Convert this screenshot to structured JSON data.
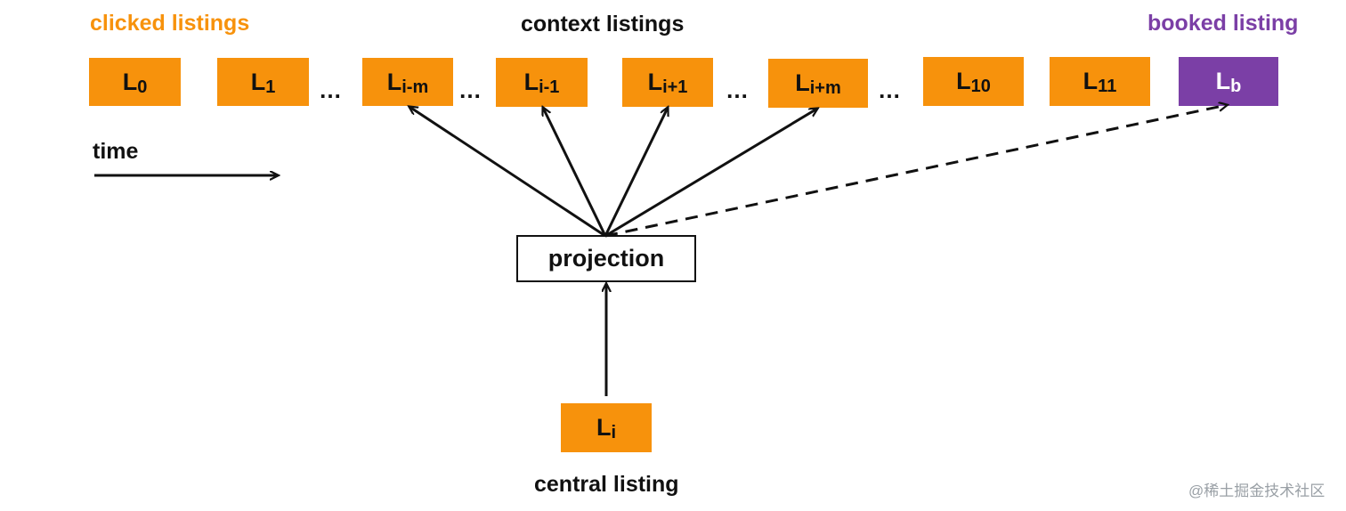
{
  "labels": {
    "clicked": "clicked listings",
    "context": "context listings",
    "booked": "booked listing",
    "time": "time",
    "central": "central listing",
    "projection": "projection",
    "watermark": "@稀土掘金技术社区"
  },
  "colors": {
    "orange": "#f7920c",
    "purple": "#7b3fa6",
    "clicked_label": "#f7920c",
    "booked_label": "#7b3fa6"
  },
  "listings": [
    {
      "base": "L",
      "sub": "0"
    },
    {
      "base": "L",
      "sub": "1"
    },
    {
      "base": "L",
      "sub": "i-m"
    },
    {
      "base": "L",
      "sub": "i-1"
    },
    {
      "base": "L",
      "sub": "i+1"
    },
    {
      "base": "L",
      "sub": "i+m"
    },
    {
      "base": "L",
      "sub": "10"
    },
    {
      "base": "L",
      "sub": "11"
    }
  ],
  "booked_listing": {
    "base": "L",
    "sub": "b"
  },
  "central_listing": {
    "base": "L",
    "sub": "i"
  },
  "ellipsis": "…"
}
